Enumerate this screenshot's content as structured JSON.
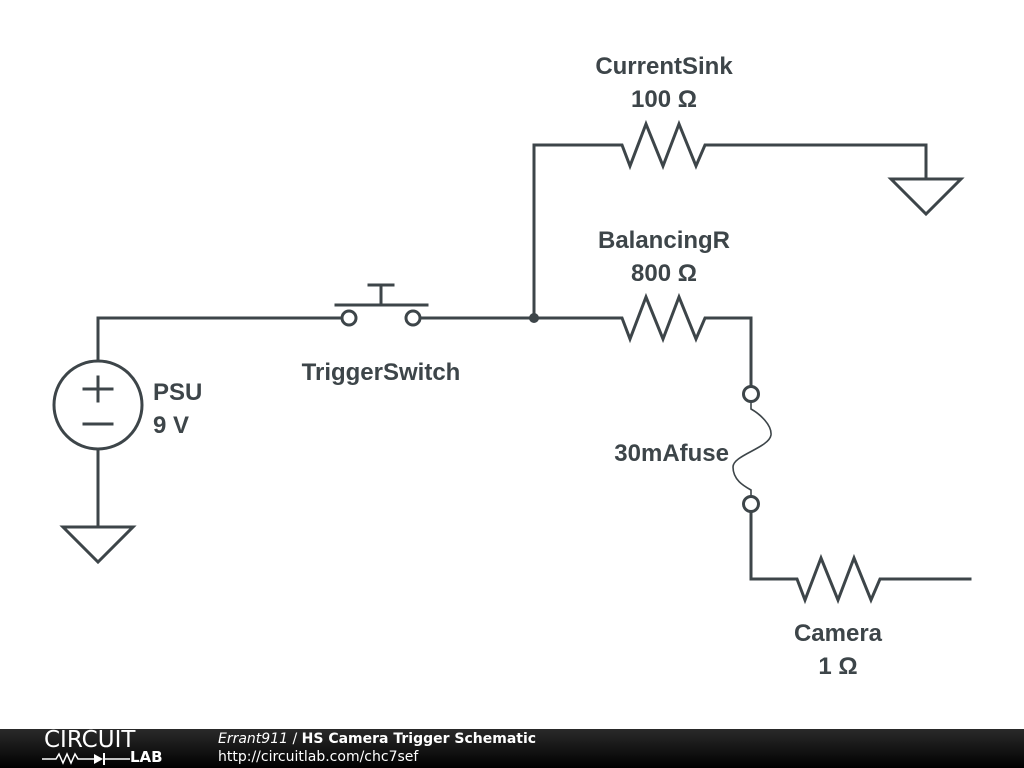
{
  "components": {
    "psu": {
      "name": "PSU",
      "value": "9 V"
    },
    "trigger_switch": {
      "name": "TriggerSwitch"
    },
    "current_sink": {
      "name": "CurrentSink",
      "value": "100 Ω"
    },
    "balancing_r": {
      "name": "BalancingR",
      "value": "800 Ω"
    },
    "fuse": {
      "name": "30mAfuse"
    },
    "camera": {
      "name": "Camera",
      "value": "1 Ω"
    }
  },
  "footer": {
    "logo_top": "CIRCUIT",
    "logo_bottom": "LAB",
    "author": "Errant911",
    "separator": " / ",
    "title": "HS Camera Trigger Schematic",
    "url": "http://circuitlab.com/chc7sef"
  },
  "colors": {
    "wire": "#3d4549",
    "footer_bg": "#111111"
  }
}
